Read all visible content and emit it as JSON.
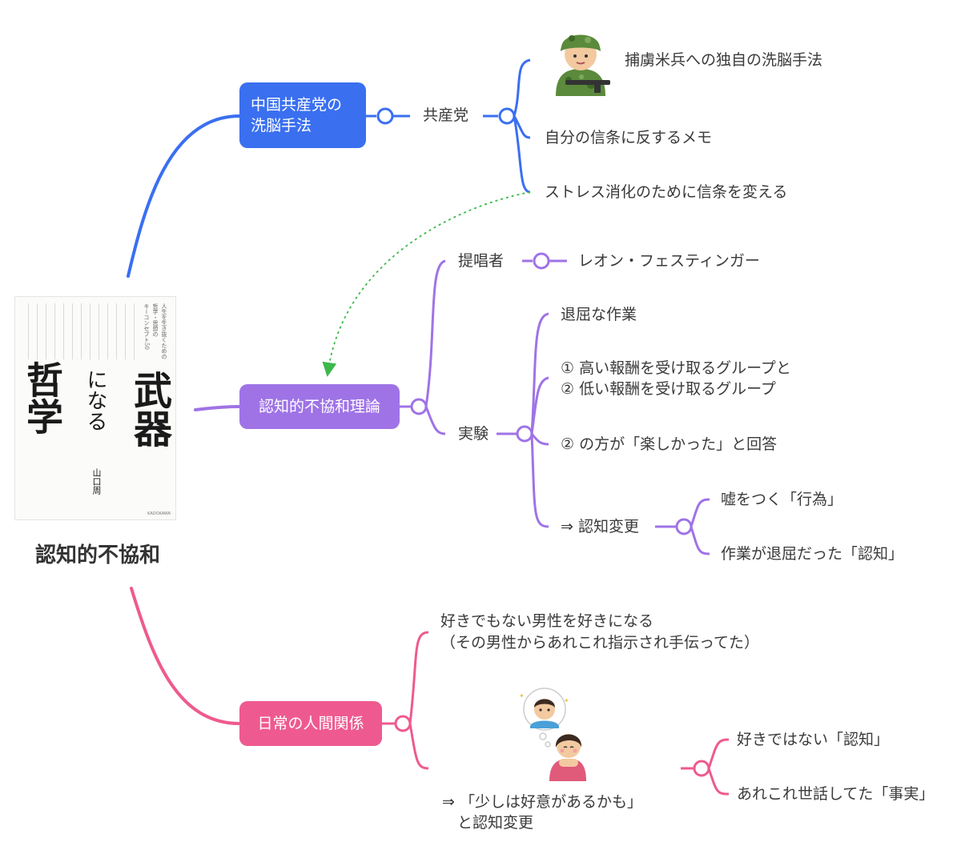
{
  "central": {
    "title": "認知的不協和",
    "book": {
      "title_main": "武器",
      "title_mid": "になる",
      "title_sub": "哲学",
      "author": "山口周",
      "blurb": [
        "人生を生き抜くための",
        "哲学・思想の",
        "キーコンセプト50"
      ],
      "publisher": "KADOKAWA"
    }
  },
  "branches": {
    "chinese": {
      "label_lines": [
        "中国共産党の",
        "洗脳手法"
      ],
      "sub": "共産党",
      "items": [
        "捕虜米兵への独自の洗脳手法",
        "自分の信条に反するメモ",
        "ストレス消化のために信条を変える"
      ]
    },
    "dissonance": {
      "label": "認知的不協和理論",
      "proponent_label": "提唱者",
      "proponent": "レオン・フェスティンガー",
      "experiment_label": "実験",
      "experiment_items": [
        "退屈な作業",
        "① 高い報酬を受け取るグループと",
        "② 低い報酬を受け取るグループ",
        "② の方が「楽しかった」と回答"
      ],
      "change_label": "⇒ 認知変更",
      "change_items": [
        "嘘をつく「行為」",
        "作業が退屈だった「認知」"
      ]
    },
    "daily": {
      "label": "日常の人間関係",
      "item1_lines": [
        "好きでもない男性を好きになる",
        "（その男性からあれこれ指示され手伝ってた）"
      ],
      "item2_lines": [
        "⇒ 「少しは好意があるかも」",
        "　と認知変更"
      ],
      "sub_items": [
        "好きではない「認知」",
        "あれこれ世話してた「事実」"
      ]
    }
  },
  "colors": {
    "blue": "#3a6ff0",
    "purple": "#9f73e6",
    "pink": "#ee5a8f",
    "dotted": "#3cb84a"
  }
}
